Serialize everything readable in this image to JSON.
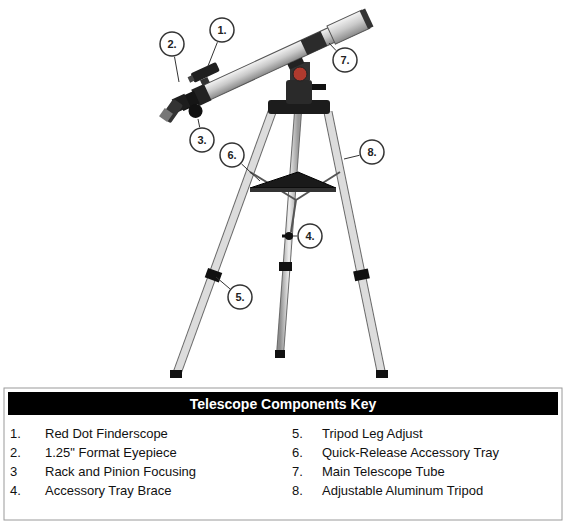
{
  "diagram": {
    "nodes": [
      {
        "text": [
          "1."
        ]
      },
      {
        "text": [
          "2."
        ]
      },
      {
        "text": [
          "7."
        ]
      },
      {
        "text": [
          "3."
        ]
      },
      {
        "text": [
          "8."
        ]
      },
      {
        "text": [
          "6."
        ]
      },
      {
        "text": [
          "4."
        ]
      },
      {
        "text": [
          "5."
        ]
      },
      {
        "text": [
          "Telescope Components Key"
        ]
      }
    ],
    "labels": [
      "1.",
      "Red Dot Finderscope",
      "5.",
      "Tripod Leg Adjust",
      "2.",
      "1.25\" Format Eyepiece",
      "6.",
      "Quick-Release Accessory Tray",
      "3",
      "Rack and Pinion Focusing",
      "7.",
      "Main Telescope Tube",
      "4.",
      "Accessory Tray Brace",
      "8.",
      "Adjustable Aluminum Tripod"
    ]
  }
}
